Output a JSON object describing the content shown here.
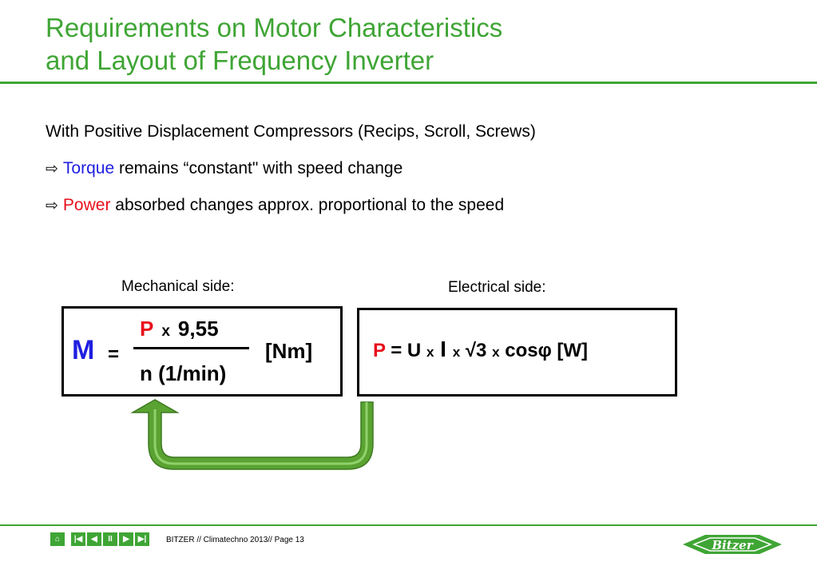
{
  "slide": {
    "title_line1": "Requirements on Motor Characteristics",
    "title_line2": "and Layout of Frequency Inverter"
  },
  "content": {
    "intro": "With Positive Displacement Compressors (Recips, Scroll, Screws)",
    "bullet1_keyword": "Torque",
    "bullet1_text": " remains “constant\" with speed change",
    "bullet2_keyword": "Power",
    "bullet2_text": " absorbed changes approx. proportional to the speed",
    "arrow_glyph": "⇨"
  },
  "mechanical": {
    "label": "Mechanical side:",
    "M": "M",
    "eq": "=",
    "P": "P",
    "x": "x",
    "factor": "9,55",
    "denominator": "n (1/min)",
    "unit": "[Nm]"
  },
  "electrical": {
    "label": "Electrical side:",
    "P": "P",
    "eq_U": " = U ",
    "x": "x",
    "I": " I ",
    "sqrt3": " √3 ",
    "cos": " cosφ [W]"
  },
  "footer": {
    "text": "BITZER //  Climatechno 2013//  Page 13",
    "nav_home": "⌂",
    "nav_first": "|◀",
    "nav_prev": "◀",
    "nav_pause": "II",
    "nav_next": "▶",
    "nav_last": "▶|",
    "logo_text": "Bitzer"
  },
  "colors": {
    "brand_green": "#3fa535",
    "torque_blue": "#1f1fe0",
    "power_red": "#e8101c",
    "arrow_green": "#5aa332"
  }
}
